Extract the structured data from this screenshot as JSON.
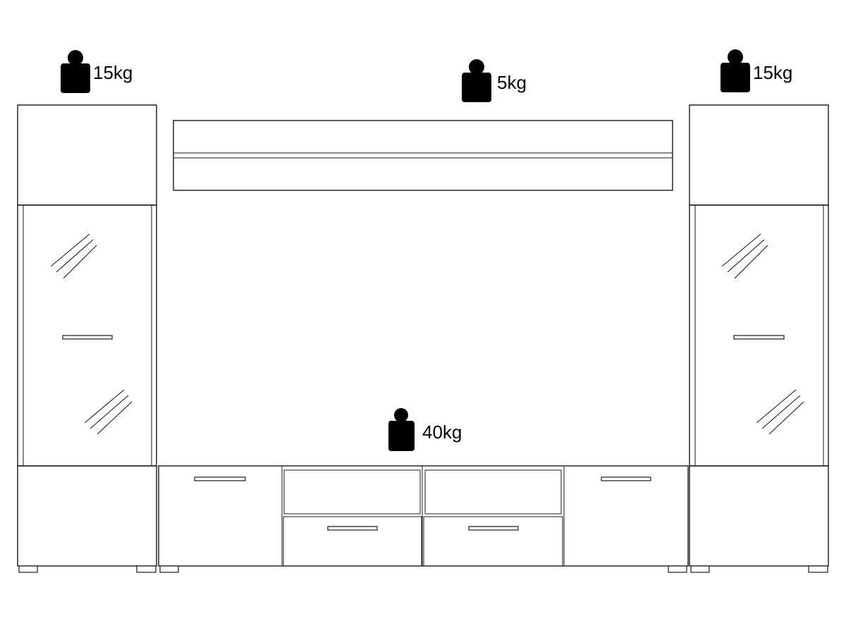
{
  "weights": {
    "left_tower": "15kg",
    "wall_shelf": "5kg",
    "right_tower": "15kg",
    "tv_bench": "40kg"
  },
  "icons": {
    "weight": "weight-icon"
  }
}
